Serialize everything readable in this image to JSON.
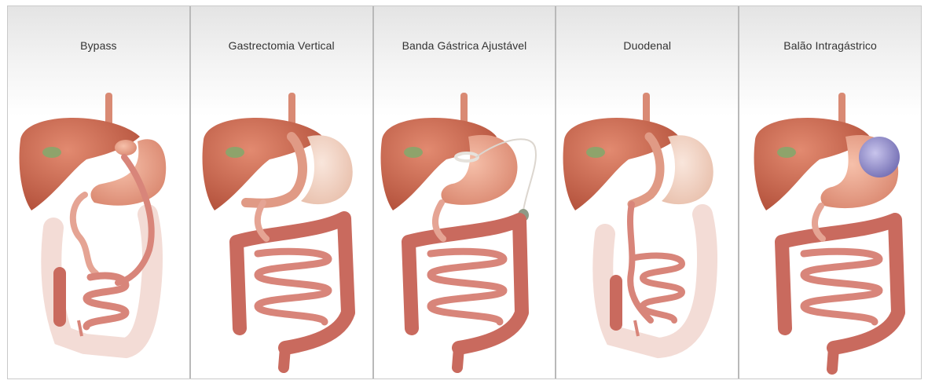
{
  "panels": [
    {
      "title": "Bypass",
      "illustration": "bypass-anatomy"
    },
    {
      "title": "Gastrectomia Vertical",
      "illustration": "sleeve-gastrectomy-anatomy"
    },
    {
      "title": "Banda Gástrica Ajustável",
      "illustration": "gastric-band-anatomy"
    },
    {
      "title": "Duodenal",
      "illustration": "duodenal-switch-anatomy"
    },
    {
      "title": "Balão Intragástrico",
      "illustration": "intragastric-balloon-anatomy"
    }
  ],
  "colors": {
    "liver": "#c8684f",
    "stomach": "#e9a08a",
    "pale_stomach": "#f1d2c2",
    "intestine": "#d8857a",
    "faded": "#f3dcd6",
    "gallbladder": "#8ea36b",
    "balloon": "#8b86c6",
    "divider": "#b9b9b9"
  }
}
